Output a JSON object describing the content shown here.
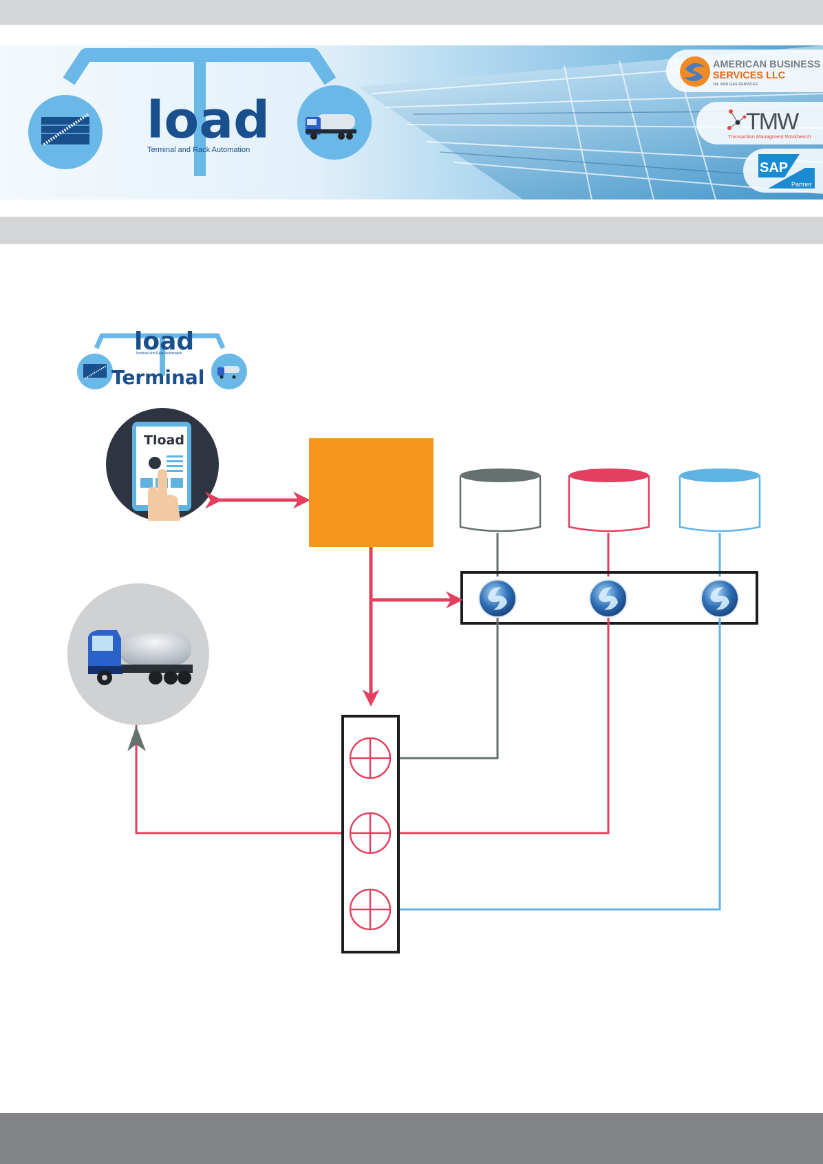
{
  "brand": {
    "word": "load",
    "tagline": "Terminal and Rack Automation",
    "subtitle": "Terminal"
  },
  "partners": {
    "abs_line1": "AMERICAN BUSINESS",
    "abs_line2": "SERVICES LLC",
    "abs_line3": "OIL AND GAS SERVICES",
    "tmw_name": "TMW",
    "tmw_tagline": "Transaction Managment Workbench",
    "sap_name": "SAP",
    "sap_badge": "Partner"
  },
  "diagram": {
    "tablet_label": "Tload",
    "colors": {
      "red": "#e2405e",
      "gray": "#66706e",
      "blue": "#5fb3e3",
      "orange": "#f6961e",
      "dark": "#2f3441",
      "banner_blue": "#6ab8e8"
    },
    "tanks": [
      "gray",
      "red",
      "blue"
    ],
    "pumps": 3,
    "meters": 3,
    "icons": [
      "tablet-icon",
      "truck-icon",
      "controller-box",
      "tank-icon",
      "pump-icon",
      "meter-icon"
    ]
  }
}
